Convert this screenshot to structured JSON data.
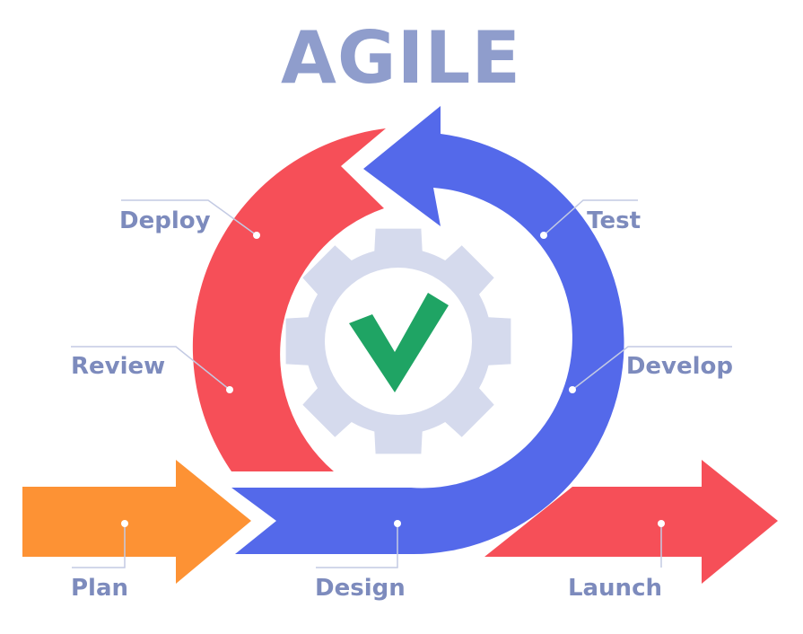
{
  "title": "AGILE",
  "stages": {
    "plan": "Plan",
    "design": "Design",
    "develop": "Develop",
    "test": "Test",
    "deploy": "Deploy",
    "review": "Review",
    "launch": "Launch"
  },
  "center_icon": {
    "gear": "gear-icon",
    "check": "checkmark-icon"
  },
  "colors": {
    "title": "#8f9dcc",
    "label": "#7d8bbd",
    "leader": "#c3cae3",
    "plan_arrow": "#fd9234",
    "blue_loop": "#5469ea",
    "red_loop": "#f64f58",
    "launch_arrow": "#f64f58",
    "gear": "#d5daed",
    "check": "#1fa464",
    "dot": "#ffffff"
  }
}
